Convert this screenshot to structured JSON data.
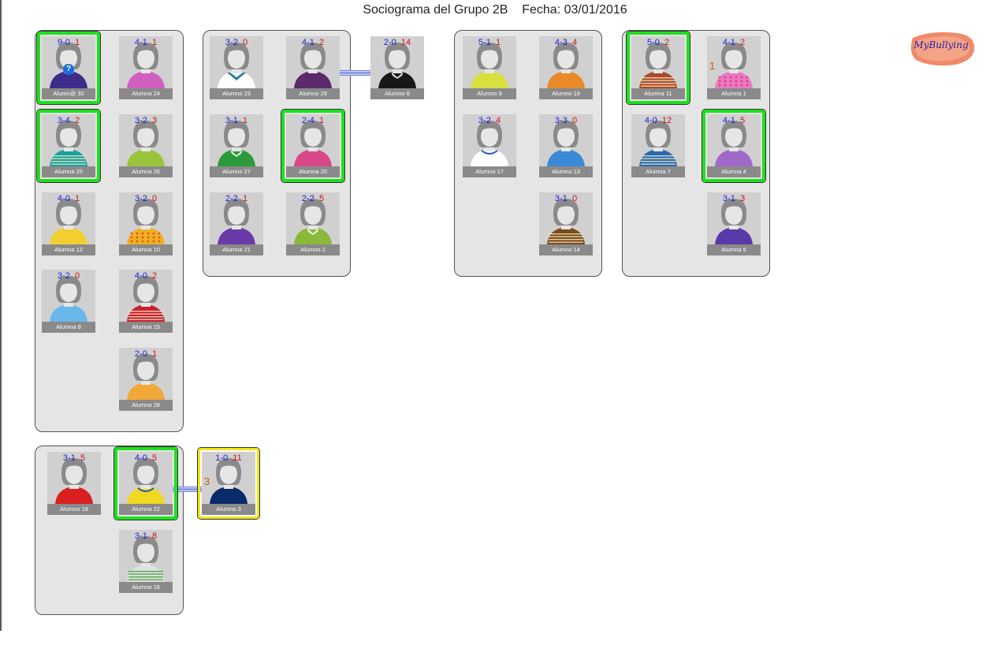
{
  "header": {
    "title": "Sociograma del Grupo 2B",
    "date_label": "Fecha: 03/01/2016"
  },
  "logo": {
    "text": "MyBullying"
  },
  "students": [
    {
      "id": "s30",
      "name": "Alumn@ 30",
      "pos": "9-0",
      "neg": "1",
      "skin": "#e6e6e6",
      "hair": "#8a8a8a",
      "shirt": "#3d2c8a",
      "collar": "none",
      "highlight": "green",
      "question": "?"
    },
    {
      "id": "s24",
      "name": "Alumna 24",
      "pos": "4-1",
      "neg": "1",
      "skin": "#e6e6e6",
      "hair": "#8a8a8a",
      "shirt": "#d060c0",
      "collar": "none",
      "highlight": "none"
    },
    {
      "id": "s25",
      "name": "Alumna 25",
      "pos": "3-4",
      "neg": "2",
      "skin": "#e6e6e6",
      "hair": "#8a8a8a",
      "shirt": "#18a0a0",
      "collar": "stripes",
      "highlight": "green"
    },
    {
      "id": "s26",
      "name": "Alumna 26",
      "pos": "3-2",
      "neg": "3",
      "skin": "#e6e6e6",
      "hair": "#8a8a8a",
      "shirt": "#9ac43a",
      "collar": "none",
      "highlight": "none"
    },
    {
      "id": "s12",
      "name": "Alumna 12",
      "pos": "4-0",
      "neg": "1",
      "skin": "#e6e6e6",
      "hair": "#8a8a8a",
      "shirt": "#f2cf30",
      "collar": "none",
      "highlight": "none"
    },
    {
      "id": "s10",
      "name": "Alumna 10",
      "pos": "3-2",
      "neg": "0",
      "skin": "#e6e6e6",
      "hair": "#8a8a8a",
      "shirt": "#f0b020",
      "collar": "dots",
      "highlight": "none"
    },
    {
      "id": "s8",
      "name": "Alumna 8",
      "pos": "3-2",
      "neg": "0",
      "skin": "#e6e6e6",
      "hair": "#8a8a8a",
      "shirt": "#6ab8ea",
      "collar": "none",
      "highlight": "none"
    },
    {
      "id": "s15",
      "name": "Alumna 15",
      "pos": "4-0",
      "neg": "2",
      "skin": "#e6e6e6",
      "hair": "#8a8a8a",
      "shirt": "#c82030",
      "collar": "stripes",
      "highlight": "none"
    },
    {
      "id": "s28",
      "name": "Alumna 28",
      "pos": "2-0",
      "neg": "1",
      "skin": "#e6e6e6",
      "hair": "#8a8a8a",
      "shirt": "#f0a838",
      "collar": "none",
      "highlight": "none"
    },
    {
      "id": "s23",
      "name": "Alumno 23",
      "pos": "3-2",
      "neg": "0",
      "skin": "#e6e6e6",
      "hair": "#8a8a8a",
      "shirt": "#ffffff",
      "collar": "vee",
      "highlight": "none"
    },
    {
      "id": "s29",
      "name": "Alumno 29",
      "pos": "4-1",
      "neg": "2",
      "skin": "#e6e6e6",
      "hair": "#8a8a8a",
      "shirt": "#5a2a6a",
      "collar": "none",
      "highlight": "none"
    },
    {
      "id": "s6",
      "name": "Alumno 6",
      "pos": "2-0",
      "neg": "14",
      "skin": "#e6e6e6",
      "hair": "#8a8a8a",
      "shirt": "#181818",
      "collar": "shirt",
      "highlight": "none"
    },
    {
      "id": "s27",
      "name": "Alumno 27",
      "pos": "3-1",
      "neg": "1",
      "skin": "#e6e6e6",
      "hair": "#8a8a8a",
      "shirt": "#2a9a3a",
      "collar": "shirt",
      "highlight": "none"
    },
    {
      "id": "s20",
      "name": "Alumna 20",
      "pos": "2-4",
      "neg": "1",
      "skin": "#e6e6e6",
      "hair": "#8a8a8a",
      "shirt": "#d84888",
      "collar": "none",
      "highlight": "green"
    },
    {
      "id": "s21",
      "name": "Alumna 21",
      "pos": "2-2",
      "neg": "1",
      "skin": "#e6e6e6",
      "hair": "#8a8a8a",
      "shirt": "#6a3aa8",
      "collar": "none",
      "highlight": "none"
    },
    {
      "id": "s2",
      "name": "Alumno 2",
      "pos": "2-2",
      "neg": "5",
      "skin": "#e6e6e6",
      "hair": "#8a8a8a",
      "shirt": "#8ab83a",
      "collar": "shirt",
      "highlight": "none"
    },
    {
      "id": "s9",
      "name": "Alumno 9",
      "pos": "5-1",
      "neg": "1",
      "skin": "#e6e6e6",
      "hair": "#8a8a8a",
      "shirt": "#d8e040",
      "collar": "none",
      "highlight": "none"
    },
    {
      "id": "s19",
      "name": "Alumno 19",
      "pos": "4-3",
      "neg": "4",
      "skin": "#e6e6e6",
      "hair": "#8a8a8a",
      "shirt": "#e88a28",
      "collar": "none",
      "highlight": "none"
    },
    {
      "id": "s17",
      "name": "Alumno 17",
      "pos": "3-2",
      "neg": "4",
      "skin": "#e6e6e6",
      "hair": "#8a8a8a",
      "shirt": "#ffffff",
      "collar": "ring",
      "highlight": "none"
    },
    {
      "id": "s13",
      "name": "Alumno 13",
      "pos": "3-3",
      "neg": "0",
      "skin": "#e6e6e6",
      "hair": "#8a8a8a",
      "shirt": "#3a8ad8",
      "collar": "none",
      "highlight": "none"
    },
    {
      "id": "s14",
      "name": "Alumno 14",
      "pos": "3-1",
      "neg": "0",
      "skin": "#e6e6e6",
      "hair": "#8a8a8a",
      "shirt": "#7a4a1a",
      "collar": "stripes",
      "highlight": "none"
    },
    {
      "id": "s11",
      "name": "Alumna 11",
      "pos": "5-0",
      "neg": "2",
      "skin": "#e6e6e6",
      "hair": "#8a8a8a",
      "shirt": "#a84a28",
      "collar": "stripes",
      "highlight": "green"
    },
    {
      "id": "s1",
      "name": "Alumna 1",
      "pos": "4-1",
      "neg": "2",
      "skin": "#e6e6e6",
      "hair": "#8a8a8a",
      "shirt": "#e878c8",
      "collar": "dots",
      "highlight": "none",
      "side": "1"
    },
    {
      "id": "s7",
      "name": "Alumna 7",
      "pos": "4-0",
      "neg": "12",
      "skin": "#e6e6e6",
      "hair": "#8a8a8a",
      "shirt": "#2a6ab0",
      "collar": "stripes",
      "highlight": "none"
    },
    {
      "id": "s4",
      "name": "Alumna 4",
      "pos": "4-1",
      "neg": "5",
      "skin": "#e6e6e6",
      "hair": "#8a8a8a",
      "shirt": "#a068c8",
      "collar": "none",
      "highlight": "green"
    },
    {
      "id": "s5",
      "name": "Alumna 5",
      "pos": "3-1",
      "neg": "3",
      "skin": "#e6e6e6",
      "hair": "#8a8a8a",
      "shirt": "#5a3aa8",
      "collar": "none",
      "highlight": "none"
    },
    {
      "id": "s18",
      "name": "Alumno 18",
      "pos": "3-1",
      "neg": "5",
      "skin": "#e6e6e6",
      "hair": "#8a8a8a",
      "shirt": "#d82020",
      "collar": "none",
      "highlight": "none"
    },
    {
      "id": "s22",
      "name": "Alumna 22",
      "pos": "4-0",
      "neg": "5",
      "skin": "#e6e6e6",
      "hair": "#8a8a8a",
      "shirt": "#f0d820",
      "collar": "ring",
      "highlight": "green"
    },
    {
      "id": "s3",
      "name": "Alumno 3",
      "pos": "1-0",
      "neg": "11",
      "skin": "#e6e6e6",
      "hair": "#8a8a8a",
      "shirt": "#0a2a6a",
      "collar": "none",
      "highlight": "yellow",
      "side": "3"
    },
    {
      "id": "s16",
      "name": "Alumno 16",
      "pos": "3-1",
      "neg": "8",
      "skin": "#e6e6e6",
      "hair": "#8a8a8a",
      "shirt": "#e0e0e0",
      "collar": "stripes-green",
      "highlight": "none"
    }
  ],
  "links": [
    {
      "from": "s29",
      "to": "s6"
    },
    {
      "from": "s22",
      "to": "s3"
    }
  ],
  "colors": {
    "positive": "#1a1ad8",
    "negative": "#c81414",
    "highlight_green": "#1ee01e",
    "highlight_yellow": "#f2e418",
    "group_bg": "#e5e5e5"
  }
}
